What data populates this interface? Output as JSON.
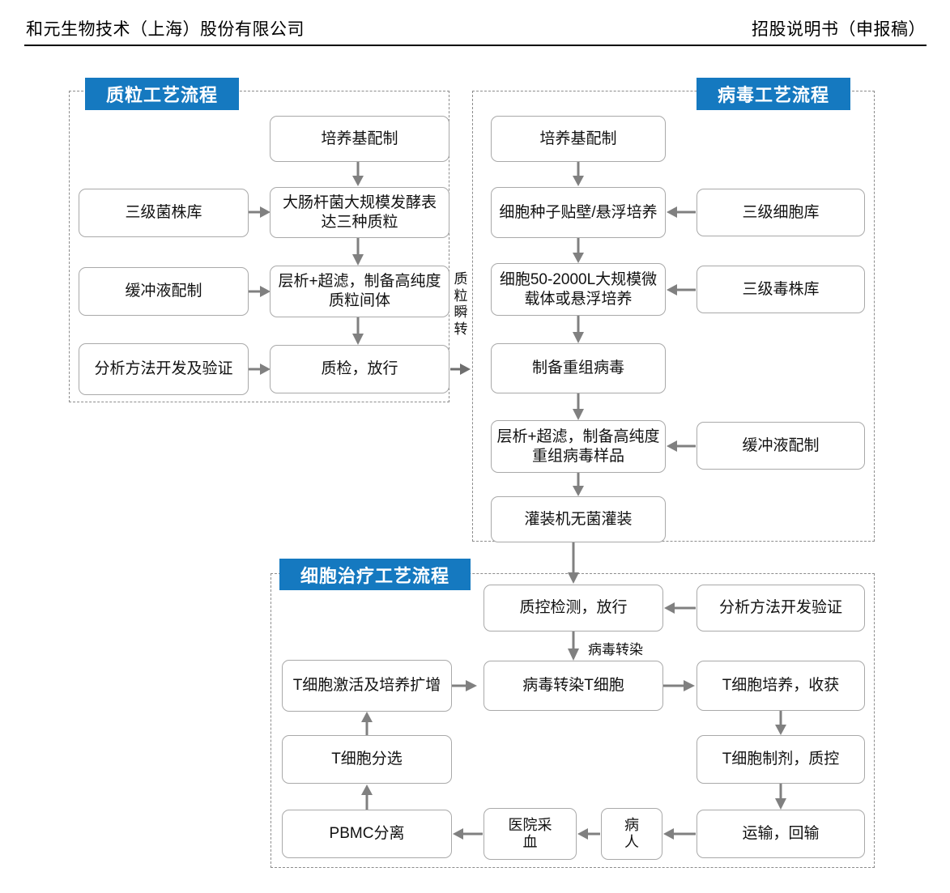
{
  "header": {
    "left_text": "和元生物技术（上海）股份有限公司",
    "right_text": "招股说明书（申报稿）"
  },
  "colors": {
    "badge_blue": "#1579c0",
    "panel_dash": "#8c8c8c",
    "node_border": "#a9a9a9",
    "arrow_gray": "#808080",
    "arrow_dark": "#6e6e6e"
  },
  "panels": {
    "plasmid": {
      "badge": "质粒工艺流程"
    },
    "virus": {
      "badge": "病毒工艺流程"
    },
    "cell": {
      "badge": "细胞治疗工艺流程"
    }
  },
  "nodes": {
    "plasmid": {
      "medium_prep": "培养基配制",
      "strain_bank": "三级菌株库",
      "fermentation": "大肠杆菌大规模发酵表达三种质粒",
      "buffer_prep": "缓冲液配制",
      "chromatography": "层析+超滤，制备高纯度质粒间体",
      "analysis_method": "分析方法开发及验证",
      "qc_release": "质检，放行"
    },
    "virus": {
      "medium_prep": "培养基配制",
      "seed_culture": "细胞种子贴壁/悬浮培养",
      "cell_bank": "三级细胞库",
      "large_scale": "细胞50-2000L大规模微载体或悬浮培养",
      "virus_bank": "三级毒株库",
      "recombinant_virus": "制备重组病毒",
      "purification": "层析+超滤，制备高纯度重组病毒样品",
      "buffer_prep": "缓冲液配制",
      "aseptic_filling": "灌装机无菌灌装"
    },
    "cell": {
      "qc_release": "质控检测，放行",
      "analysis_method": "分析方法开发验证",
      "t_activation": "T细胞激活及培养扩增",
      "virus_transduce": "病毒转染T细胞",
      "t_culture": "T细胞培养，收获",
      "t_selection": "T细胞分选",
      "t_product_qc": "T细胞制剂，质控",
      "pbmc_isolation": "PBMC分离",
      "hospital_blood": "医院采血",
      "patient": "病人",
      "transport_infusion": "运输，回输"
    }
  },
  "edge_labels": {
    "plasmid_transfection": "质粒瞬转",
    "virus_transduction": "病毒转染"
  }
}
